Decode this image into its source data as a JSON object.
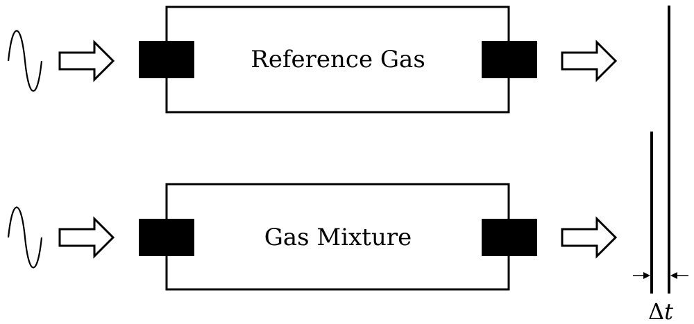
{
  "diagram": {
    "top_chamber": {
      "label": "Reference Gas"
    },
    "bottom_chamber": {
      "label": "Gas Mixture"
    },
    "time_delay": {
      "symbol": "Δ",
      "variable": "t"
    },
    "icons": {
      "source": "sine-wave-icon",
      "flow": "hollow-arrow-icon",
      "transducer": "transducer-block",
      "pulse": "pulse-line"
    },
    "colors": {
      "stroke": "#000000",
      "fill": "#000000",
      "background": "#ffffff"
    }
  }
}
